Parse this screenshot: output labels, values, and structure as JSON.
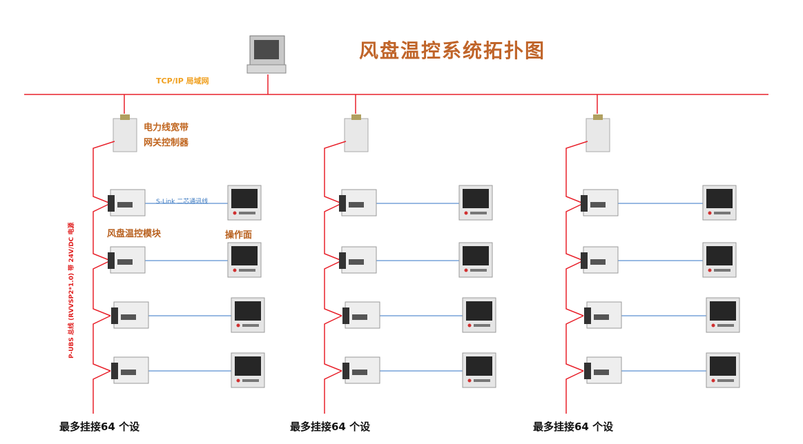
{
  "title": "风盘温控系统拓扑图",
  "network_label": "TCP/IP 局域网",
  "gateway_label_line1": "电力线宽带",
  "gateway_label_line2": "网关控制器",
  "module_label": "风盘温控模块",
  "panel_label": "操作面",
  "slink_label": "S-Link 二芯通讯线",
  "bus_label": "P-UBS 总线 (RVVSP2*1.0) 带 24V/DC 电源",
  "columns": [
    {
      "bottom_label": "最多挂接64 个设"
    },
    {
      "bottom_label": "最多挂接64 个设"
    },
    {
      "bottom_label": "最多挂接64 个设"
    }
  ],
  "colors": {
    "bus": "#e8202a",
    "slink": "#5b8fd0",
    "title": "#c0652a",
    "network_label": "#f0a020"
  }
}
